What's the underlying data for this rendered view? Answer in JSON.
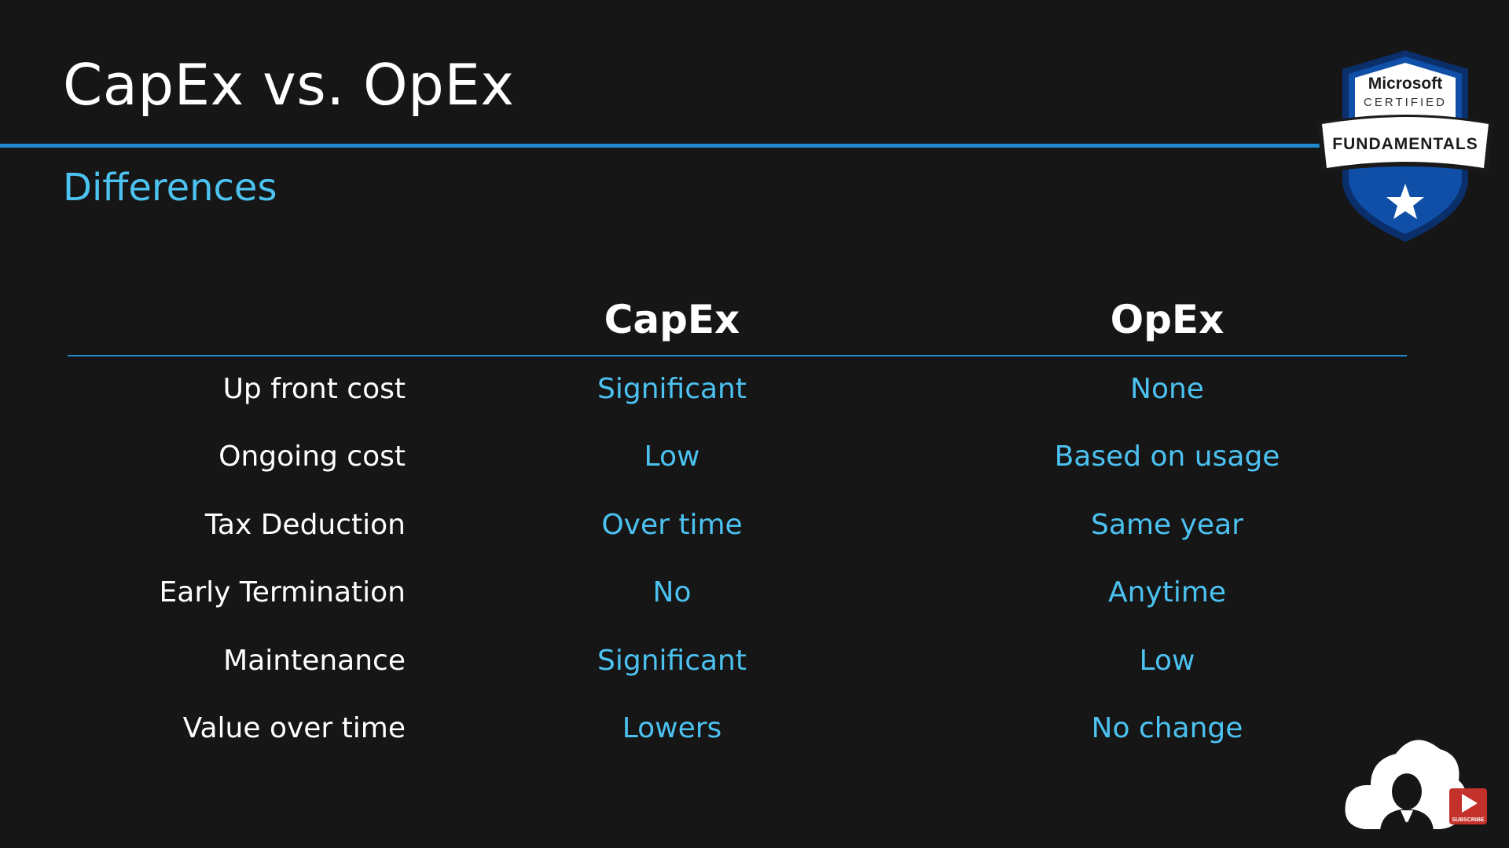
{
  "slide": {
    "title": "CapEx vs. OpEx",
    "subtitle": "Differences"
  },
  "badge": {
    "line1": "Microsoft",
    "line2": "CERTIFIED",
    "banner": "FUNDAMENTALS",
    "icon": "star-icon"
  },
  "table": {
    "columns": [
      "CapEx",
      "OpEx"
    ],
    "rows": [
      {
        "label": "Up front cost",
        "capex": "Significant",
        "opex": "None"
      },
      {
        "label": "Ongoing cost",
        "capex": "Low",
        "opex": "Based on usage"
      },
      {
        "label": "Tax Deduction",
        "capex": "Over time",
        "opex": "Same year"
      },
      {
        "label": "Early Termination",
        "capex": "No",
        "opex": "Anytime"
      },
      {
        "label": "Maintenance",
        "capex": "Significant",
        "opex": "Low"
      },
      {
        "label": "Value over time",
        "capex": "Lowers",
        "opex": "No change"
      }
    ]
  },
  "overlay": {
    "subscribe_label": "SUBSCRIBE",
    "avatar_icon": "cloud-avatar-icon",
    "play_icon": "play-icon"
  },
  "colors": {
    "background": "#161616",
    "accent": "#1f8ad1",
    "value_text": "#4cc2f1",
    "badge_blue": "#0f4fa8"
  }
}
